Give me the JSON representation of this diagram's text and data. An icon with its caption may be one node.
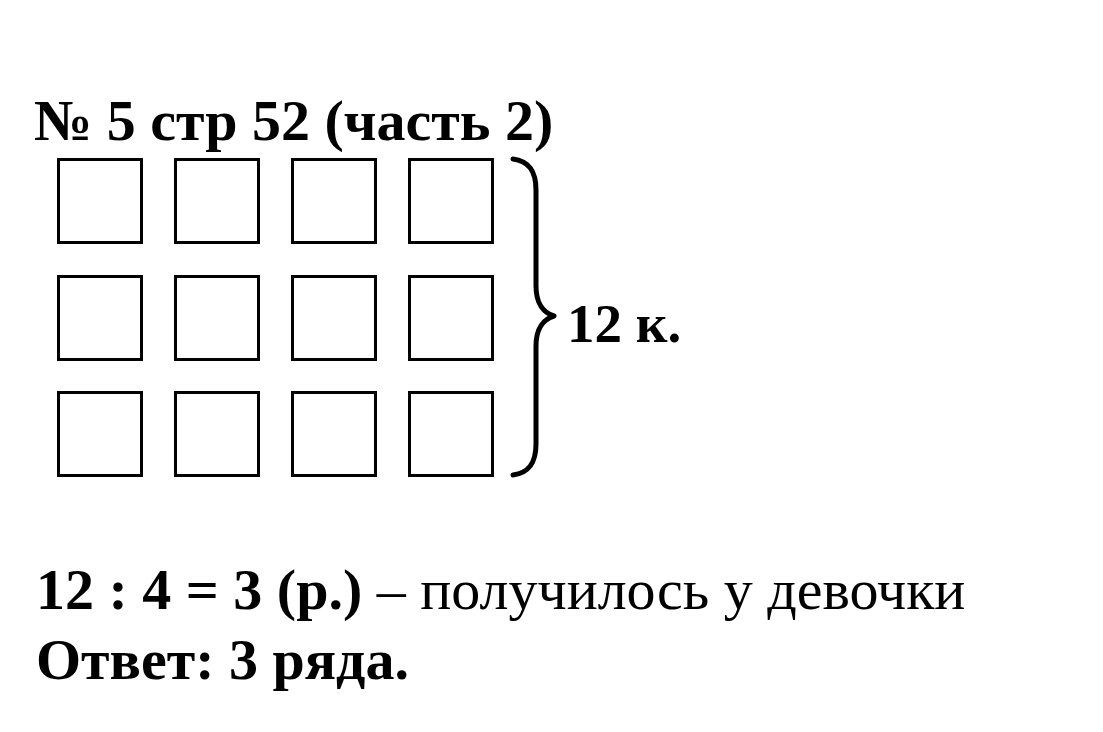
{
  "diagram": {
    "title": "№ 5 стр 52 (часть 2)",
    "nodes": [
      {
        "text": [],
        "shape": "box"
      },
      {
        "text": [],
        "shape": "box"
      },
      {
        "text": [],
        "shape": "box"
      },
      {
        "text": [],
        "shape": "box"
      },
      {
        "text": [],
        "shape": "box"
      },
      {
        "text": [],
        "shape": "box"
      },
      {
        "text": [],
        "shape": "box"
      },
      {
        "text": [],
        "shape": "box"
      },
      {
        "text": [],
        "shape": "box"
      },
      {
        "text": [],
        "shape": "box"
      },
      {
        "text": [],
        "shape": "box"
      },
      {
        "text": [],
        "shape": "box"
      }
    ],
    "edges": [],
    "labels": [
      "12 к.",
      "**12 : 4 = 3 (р.)** – получилось у девочки",
      "Ответ: 3 ряда."
    ]
  }
}
